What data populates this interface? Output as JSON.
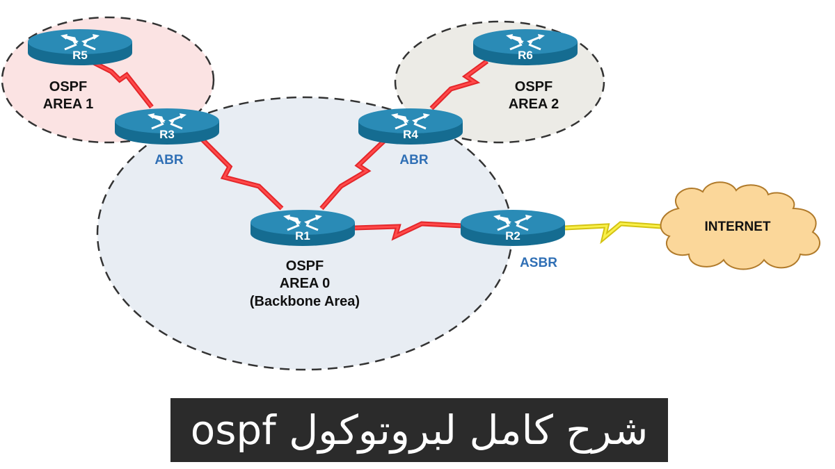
{
  "diagram": {
    "areas": {
      "area1": {
        "line1": "OSPF",
        "line2": "AREA 1",
        "fill": "#fbe3e3"
      },
      "area2": {
        "line1": "OSPF",
        "line2": "AREA 2",
        "fill": "#ecebe6"
      },
      "area0": {
        "line1": "OSPF",
        "line2": "AREA 0",
        "line3": "(Backbone Area)",
        "fill": "#e8edf3"
      }
    },
    "routers": {
      "r1": {
        "name": "R1"
      },
      "r2": {
        "name": "R2",
        "role": "ASBR"
      },
      "r3": {
        "name": "R3",
        "role": "ABR"
      },
      "r4": {
        "name": "R4",
        "role": "ABR"
      },
      "r5": {
        "name": "R5"
      },
      "r6": {
        "name": "R6"
      }
    },
    "cloud": {
      "label": "INTERNET",
      "fill": "#fbd79a"
    },
    "colors": {
      "router": "#1f7fa8",
      "serial_link": "#e3262a",
      "internet_link": "#f2e21a",
      "role_label": "#2f6fb5"
    }
  },
  "title": "شرح كامل لبروتوكول ospf"
}
